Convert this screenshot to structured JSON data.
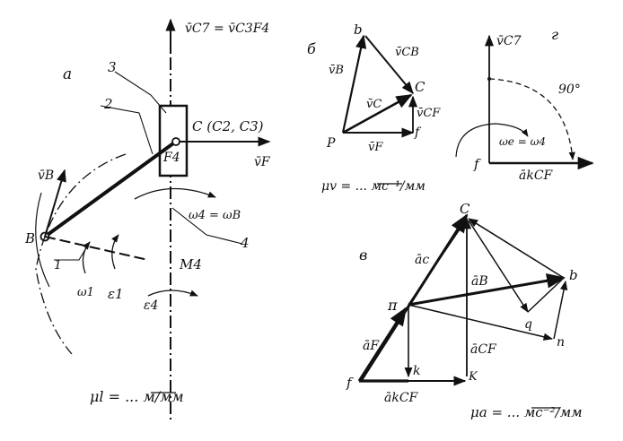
{
  "mechanism": {
    "label_a": "a",
    "top_velocity": "v̄C7 = v̄C3F4",
    "link3": "3",
    "link2": "2",
    "point_C": "C (C2, C3)",
    "point_F": "F4",
    "vF": "v̄F",
    "vB": "v̄B",
    "point_B": "B",
    "omega_eq": "ω4 = ωB",
    "link4": "4",
    "link1": "1",
    "omega1": "ω1",
    "eps1": "ε1",
    "M4": "M4",
    "eps4": "ε4",
    "scale": "μl = ... м/мм"
  },
  "velocity_plan": {
    "label": "б",
    "b": "b",
    "vB": "v̄B",
    "vCB": "v̄CB",
    "c": "C",
    "vC": "v̄C",
    "vCF": "v̄CF",
    "P": "P",
    "vF": "v̄F",
    "f": "f",
    "scale": "μv = ... мс⁻¹/мм"
  },
  "coriolis": {
    "label": "г",
    "vC7": "v̄C7",
    "angle": "90°",
    "omega": "ωe = ω4",
    "f": "f",
    "acor": "ākCF"
  },
  "acceleration_plan": {
    "label": "в",
    "c": "C",
    "ac": "āc",
    "aB": "āB",
    "b": "b",
    "pi": "π",
    "q": "q",
    "n": "n",
    "aF": "āF",
    "aCF": "āCF",
    "k": "k",
    "K": "K",
    "f": "f",
    "acor": "ākCF",
    "scale": "μa = ... мс⁻²/мм"
  }
}
